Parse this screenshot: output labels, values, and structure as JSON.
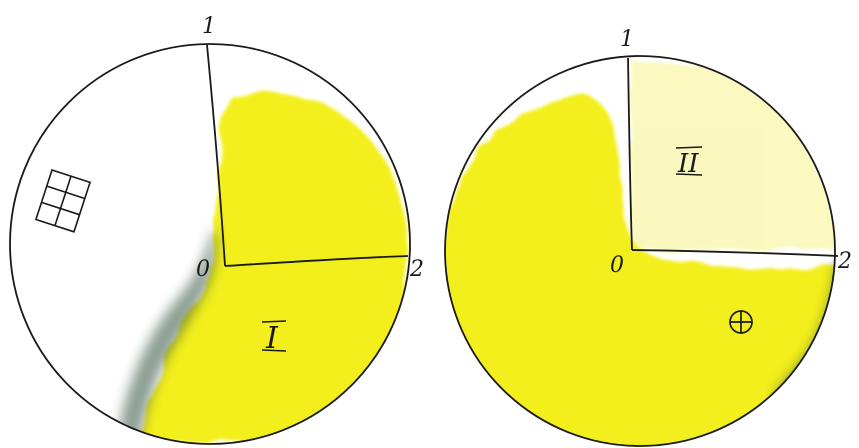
{
  "diagram": {
    "colors": {
      "background": "#ffffff",
      "ink": "#1a1a1a",
      "yellow": "#f3ef1a",
      "yellow_light": "#f7f48a",
      "shadow": "#2f4f3a"
    },
    "left_disc": {
      "point_labels": {
        "top": "1",
        "center": "0",
        "right": "2"
      },
      "region_label": "I",
      "symbol_icon": "grid-window-icon"
    },
    "right_disc": {
      "point_labels": {
        "top": "1",
        "center": "0",
        "right": "2"
      },
      "region_label": "II",
      "symbol_icon": "circle-plus-icon"
    }
  }
}
